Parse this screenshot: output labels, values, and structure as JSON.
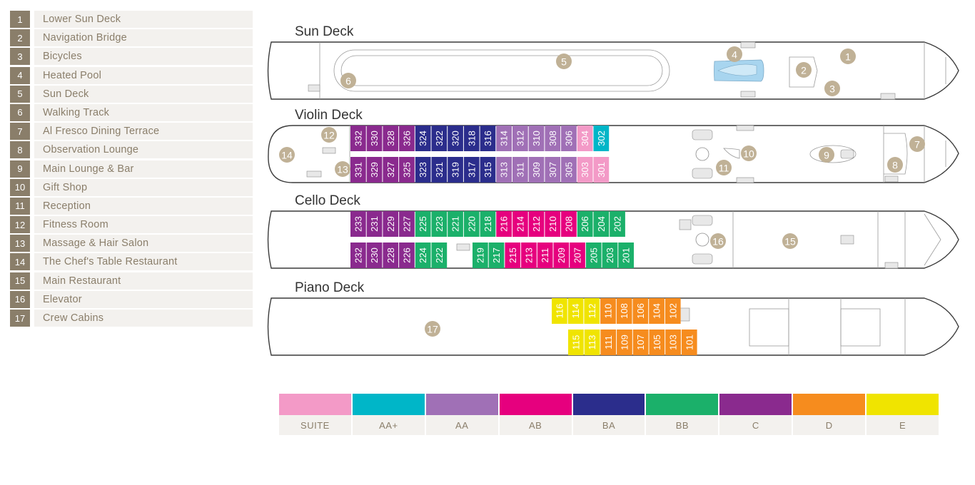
{
  "legend": [
    {
      "num": "1",
      "label": "Lower Sun Deck"
    },
    {
      "num": "2",
      "label": "Navigation Bridge"
    },
    {
      "num": "3",
      "label": "Bicycles"
    },
    {
      "num": "4",
      "label": "Heated Pool"
    },
    {
      "num": "5",
      "label": "Sun Deck"
    },
    {
      "num": "6",
      "label": "Walking Track"
    },
    {
      "num": "7",
      "label": "Al Fresco Dining Terrace"
    },
    {
      "num": "8",
      "label": "Observation Lounge"
    },
    {
      "num": "9",
      "label": "Main Lounge & Bar"
    },
    {
      "num": "10",
      "label": "Gift Shop"
    },
    {
      "num": "11",
      "label": "Reception"
    },
    {
      "num": "12",
      "label": "Fitness Room"
    },
    {
      "num": "13",
      "label": "Massage & Hair Salon"
    },
    {
      "num": "14",
      "label": "The Chef's Table Restaurant"
    },
    {
      "num": "15",
      "label": "Main Restaurant"
    },
    {
      "num": "16",
      "label": "Elevator"
    },
    {
      "num": "17",
      "label": "Crew Cabins"
    }
  ],
  "decks": [
    {
      "title": "Sun Deck"
    },
    {
      "title": "Violin Deck"
    },
    {
      "title": "Cello Deck"
    },
    {
      "title": "Piano Deck"
    }
  ],
  "categories": [
    {
      "code": "SUITE",
      "color": "#f39ac7"
    },
    {
      "code": "AA+",
      "color": "#00b6c8"
    },
    {
      "code": "AA",
      "color": "#a070b6"
    },
    {
      "code": "AB",
      "color": "#e6007e"
    },
    {
      "code": "BA",
      "color": "#2b2d8c"
    },
    {
      "code": "BB",
      "color": "#1bb06a"
    },
    {
      "code": "C",
      "color": "#8a2a8e"
    },
    {
      "code": "D",
      "color": "#f68c1e"
    },
    {
      "code": "E",
      "color": "#f0e400"
    }
  ],
  "cabins": {
    "violin_top": [
      {
        "n": "332",
        "cat": "C"
      },
      {
        "n": "330",
        "cat": "C"
      },
      {
        "n": "328",
        "cat": "C"
      },
      {
        "n": "326",
        "cat": "C"
      },
      {
        "n": "324",
        "cat": "BA"
      },
      {
        "n": "322",
        "cat": "BA"
      },
      {
        "n": "320",
        "cat": "BA"
      },
      {
        "n": "318",
        "cat": "BA"
      },
      {
        "n": "316",
        "cat": "BA"
      },
      {
        "n": "314",
        "cat": "AA"
      },
      {
        "n": "312",
        "cat": "AA"
      },
      {
        "n": "310",
        "cat": "AA"
      },
      {
        "n": "308",
        "cat": "AA"
      },
      {
        "n": "306",
        "cat": "AA"
      },
      {
        "n": "304",
        "cat": "SUITE"
      },
      {
        "n": "302",
        "cat": "AA+"
      }
    ],
    "violin_bottom": [
      {
        "n": "331",
        "cat": "C"
      },
      {
        "n": "329",
        "cat": "C"
      },
      {
        "n": "327",
        "cat": "C"
      },
      {
        "n": "325",
        "cat": "C"
      },
      {
        "n": "323",
        "cat": "BA"
      },
      {
        "n": "321",
        "cat": "BA"
      },
      {
        "n": "319",
        "cat": "BA"
      },
      {
        "n": "317",
        "cat": "BA"
      },
      {
        "n": "315",
        "cat": "BA"
      },
      {
        "n": "313",
        "cat": "AA"
      },
      {
        "n": "311",
        "cat": "AA"
      },
      {
        "n": "309",
        "cat": "AA"
      },
      {
        "n": "307",
        "cat": "AA"
      },
      {
        "n": "305",
        "cat": "AA"
      },
      {
        "n": "303",
        "cat": "SUITE"
      },
      {
        "n": "301",
        "cat": "SUITE"
      }
    ],
    "cello_top": [
      {
        "n": "233",
        "cat": "C"
      },
      {
        "n": "231",
        "cat": "C"
      },
      {
        "n": "229",
        "cat": "C"
      },
      {
        "n": "227",
        "cat": "C"
      },
      {
        "n": "225",
        "cat": "BB"
      },
      {
        "n": "223",
        "cat": "BB"
      },
      {
        "n": "221",
        "cat": "BB"
      },
      {
        "n": "220",
        "cat": "BB"
      },
      {
        "n": "218",
        "cat": "BB"
      },
      {
        "n": "216",
        "cat": "AB"
      },
      {
        "n": "214",
        "cat": "AB"
      },
      {
        "n": "212",
        "cat": "AB"
      },
      {
        "n": "210",
        "cat": "AB"
      },
      {
        "n": "208",
        "cat": "AB"
      },
      {
        "n": "206",
        "cat": "BB"
      },
      {
        "n": "204",
        "cat": "BB"
      },
      {
        "n": "202",
        "cat": "BB"
      }
    ],
    "cello_bottom_a": [
      {
        "n": "232",
        "cat": "C"
      },
      {
        "n": "230",
        "cat": "C"
      },
      {
        "n": "228",
        "cat": "C"
      },
      {
        "n": "226",
        "cat": "C"
      },
      {
        "n": "224",
        "cat": "BB"
      },
      {
        "n": "222",
        "cat": "BB"
      }
    ],
    "cello_bottom_b": [
      {
        "n": "219",
        "cat": "BB"
      },
      {
        "n": "217",
        "cat": "BB"
      },
      {
        "n": "215",
        "cat": "AB"
      },
      {
        "n": "213",
        "cat": "AB"
      },
      {
        "n": "211",
        "cat": "AB"
      },
      {
        "n": "209",
        "cat": "AB"
      },
      {
        "n": "207",
        "cat": "AB"
      },
      {
        "n": "205",
        "cat": "BB"
      },
      {
        "n": "203",
        "cat": "BB"
      },
      {
        "n": "201",
        "cat": "BB"
      }
    ],
    "piano_top": [
      {
        "n": "116",
        "cat": "E"
      },
      {
        "n": "114",
        "cat": "E"
      },
      {
        "n": "112",
        "cat": "E"
      },
      {
        "n": "110",
        "cat": "D"
      },
      {
        "n": "108",
        "cat": "D"
      },
      {
        "n": "106",
        "cat": "D"
      },
      {
        "n": "104",
        "cat": "D"
      },
      {
        "n": "102",
        "cat": "D"
      }
    ],
    "piano_bottom": [
      {
        "n": "115",
        "cat": "E"
      },
      {
        "n": "113",
        "cat": "E"
      },
      {
        "n": "111",
        "cat": "D"
      },
      {
        "n": "109",
        "cat": "D"
      },
      {
        "n": "107",
        "cat": "D"
      },
      {
        "n": "105",
        "cat": "D"
      },
      {
        "n": "103",
        "cat": "D"
      },
      {
        "n": "101",
        "cat": "D"
      }
    ]
  },
  "markers": {
    "sun": [
      "1",
      "2",
      "3",
      "4",
      "5",
      "6"
    ],
    "violin": [
      "7",
      "8",
      "9",
      "10",
      "11",
      "12",
      "13",
      "14"
    ],
    "cello": [
      "15",
      "16"
    ],
    "piano": [
      "17"
    ]
  }
}
